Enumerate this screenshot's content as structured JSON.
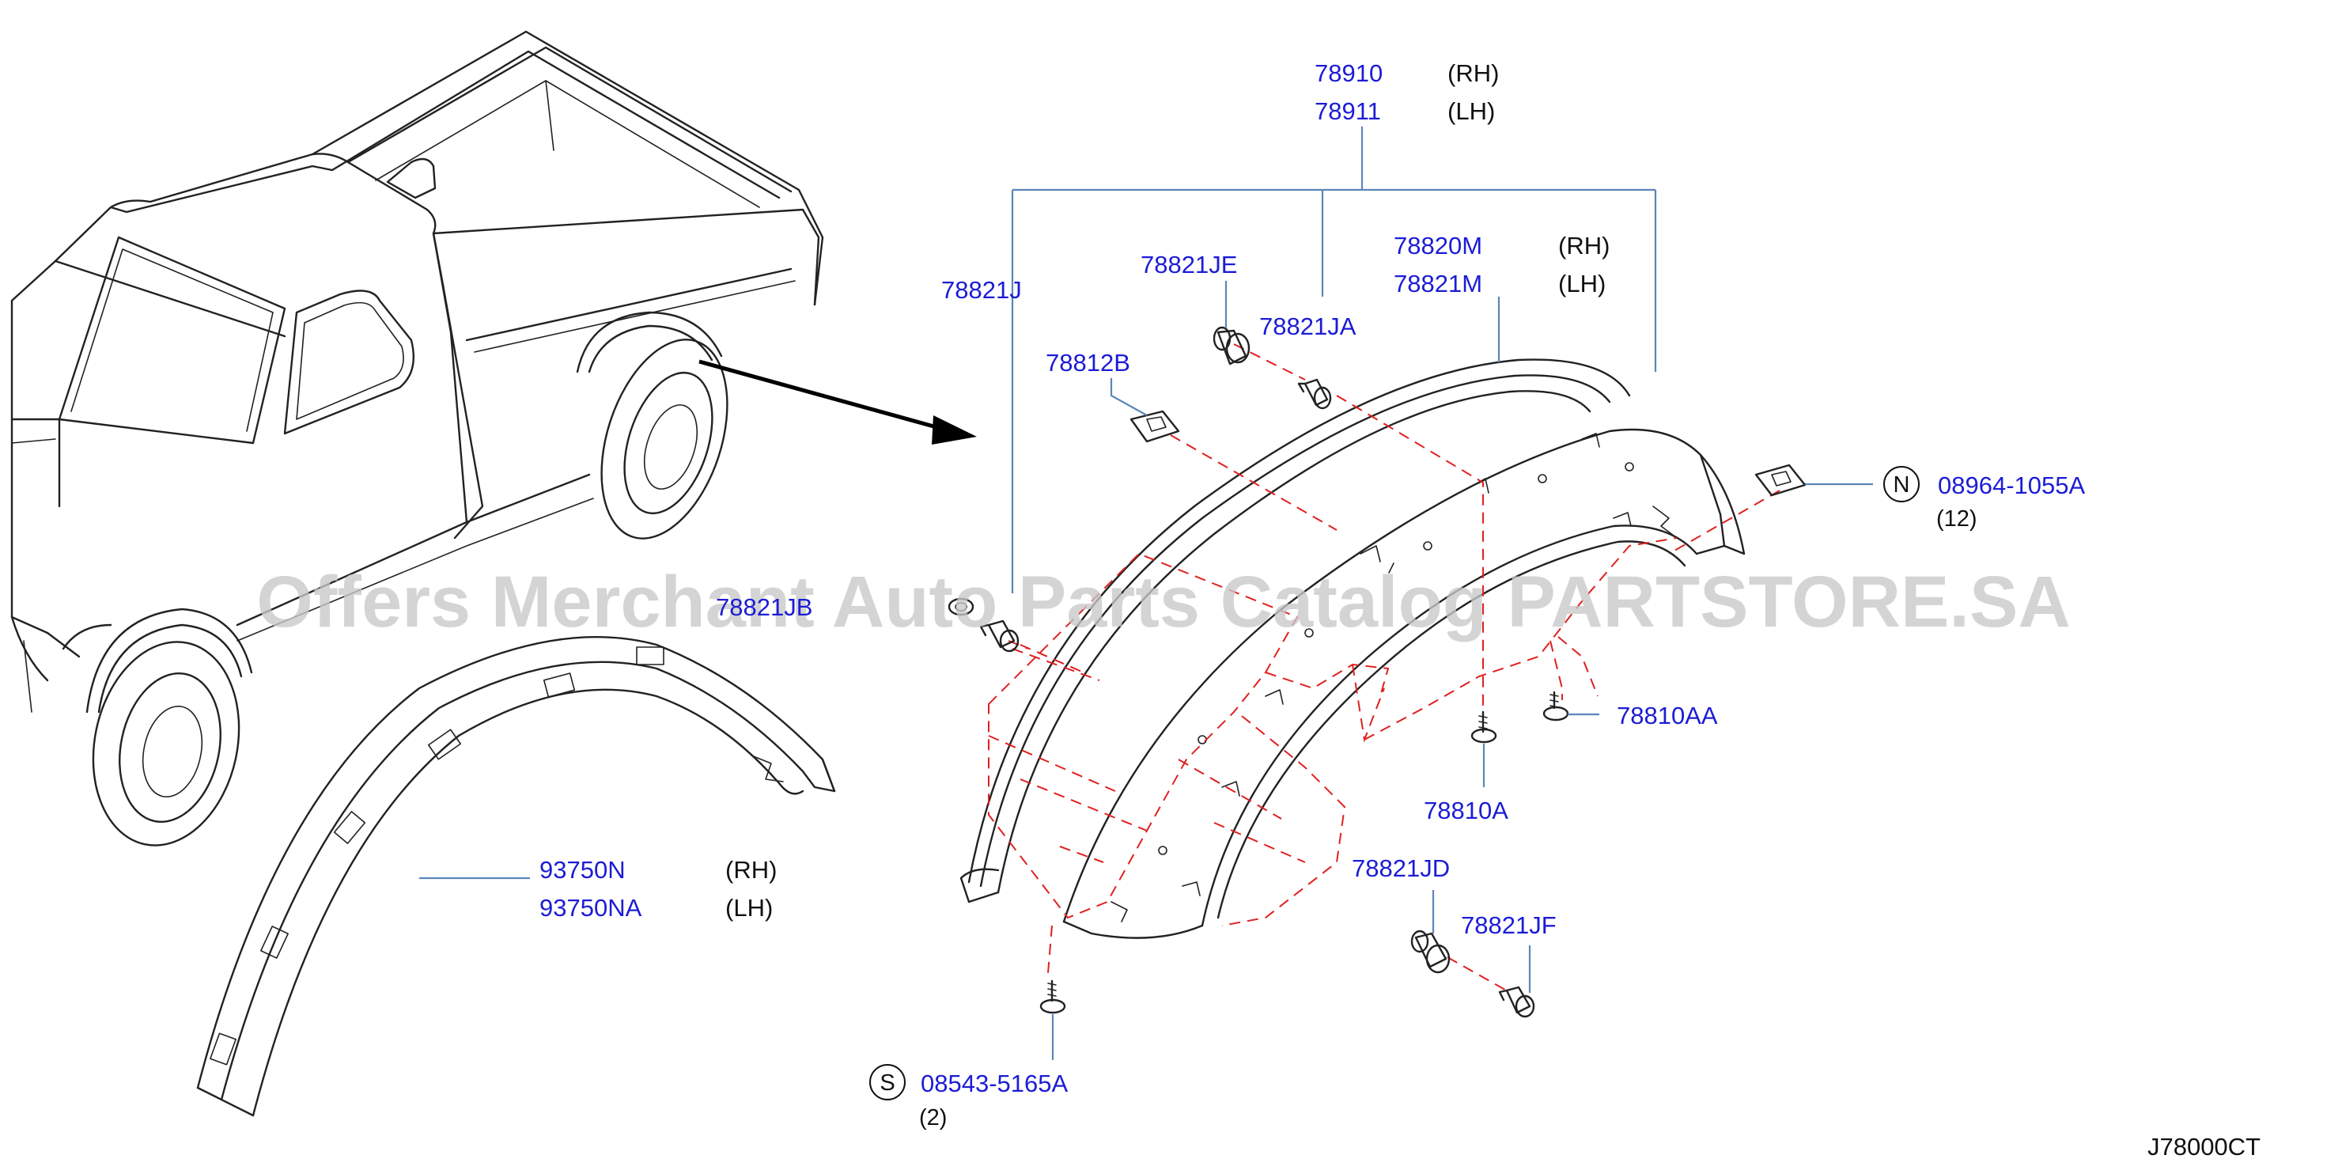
{
  "watermark": "Offers Merchant Auto Parts Catalog PARTSTORE.SA",
  "diagram_code": "J78000CT",
  "callouts": {
    "c78910": "78910",
    "c78910_side": "(RH)",
    "c78911": "78911",
    "c78911_side": "(LH)",
    "c78821J": "78821J",
    "c78821JE": "78821JE",
    "c78821JA": "78821JA",
    "c78812B": "78812B",
    "c78820M": "78820M",
    "c78820M_side": "(RH)",
    "c78821M": "78821M",
    "c78821M_side": "(LH)",
    "c78821JB": "78821JB",
    "c08964": "08964-1055A",
    "c08964_symbol": "N",
    "c08964_qty": "(12)",
    "c78810AA": "78810AA",
    "c78810A": "78810A",
    "c78821JD": "78821JD",
    "c78821JF": "78821JF",
    "c93750N": "93750N",
    "c93750N_side": "(RH)",
    "c93750NA": "93750NA",
    "c93750NA_side": "(LH)",
    "c08543": "08543-5165A",
    "c08543_symbol": "S",
    "c08543_qty": "(2)"
  },
  "colors": {
    "part_number": "#1c1cd6",
    "leader": "#5b86b8",
    "hidden_line": "#e02020",
    "line_art": "#222222"
  }
}
